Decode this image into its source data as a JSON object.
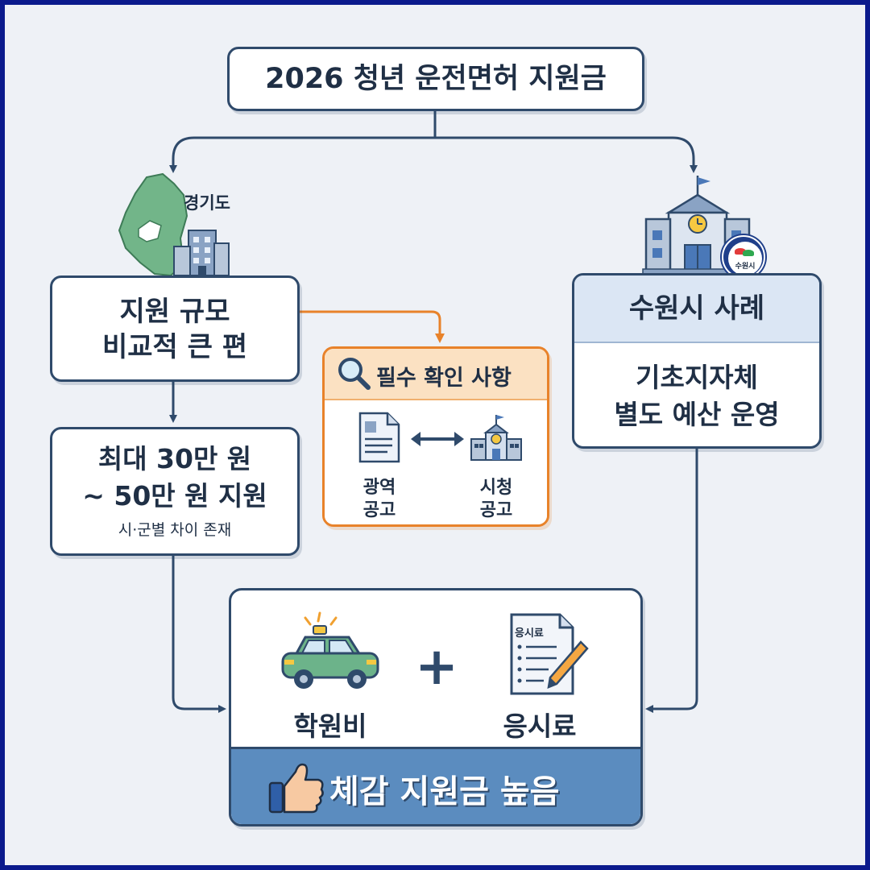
{
  "title": "2026 청년 운전면허 지원금",
  "gyeonggi": {
    "region_label": "경기도",
    "scale_line1": "지원 규모",
    "scale_line2": "비교적 큰 편",
    "amount_line1": "최대 30만 원",
    "amount_line2": "~ 50만 원 지원",
    "amount_note": "시·군별 차이 존재"
  },
  "check": {
    "title": "필수 확인 사항",
    "left_line1": "광역",
    "left_line2": "공고",
    "right_line1": "시청",
    "right_line2": "공고"
  },
  "suwon": {
    "emblem_text": "수원시",
    "header": "수원시 사례",
    "body_line1": "기초지자체",
    "body_line2": "별도 예산 운영"
  },
  "result": {
    "item1": "학원비",
    "plus": "+",
    "item2": "응시료",
    "doc_label": "응시료",
    "footer": "체감 지원금 높음"
  },
  "colors": {
    "border": "#2f4a6b",
    "accent_orange": "#e8822a",
    "suwon_header_bg": "#dbe6f4",
    "footer_bg": "#5b8cbf",
    "map_green": "#72b589",
    "car_green": "#6cb38a"
  },
  "icons": [
    "gyeonggi-map-icon",
    "city-building-icon",
    "city-hall-icon",
    "suwon-emblem-icon",
    "magnifier-icon",
    "document-icon",
    "double-arrow-icon",
    "taxi-car-icon",
    "exam-document-pencil-icon",
    "thumbs-up-icon"
  ]
}
